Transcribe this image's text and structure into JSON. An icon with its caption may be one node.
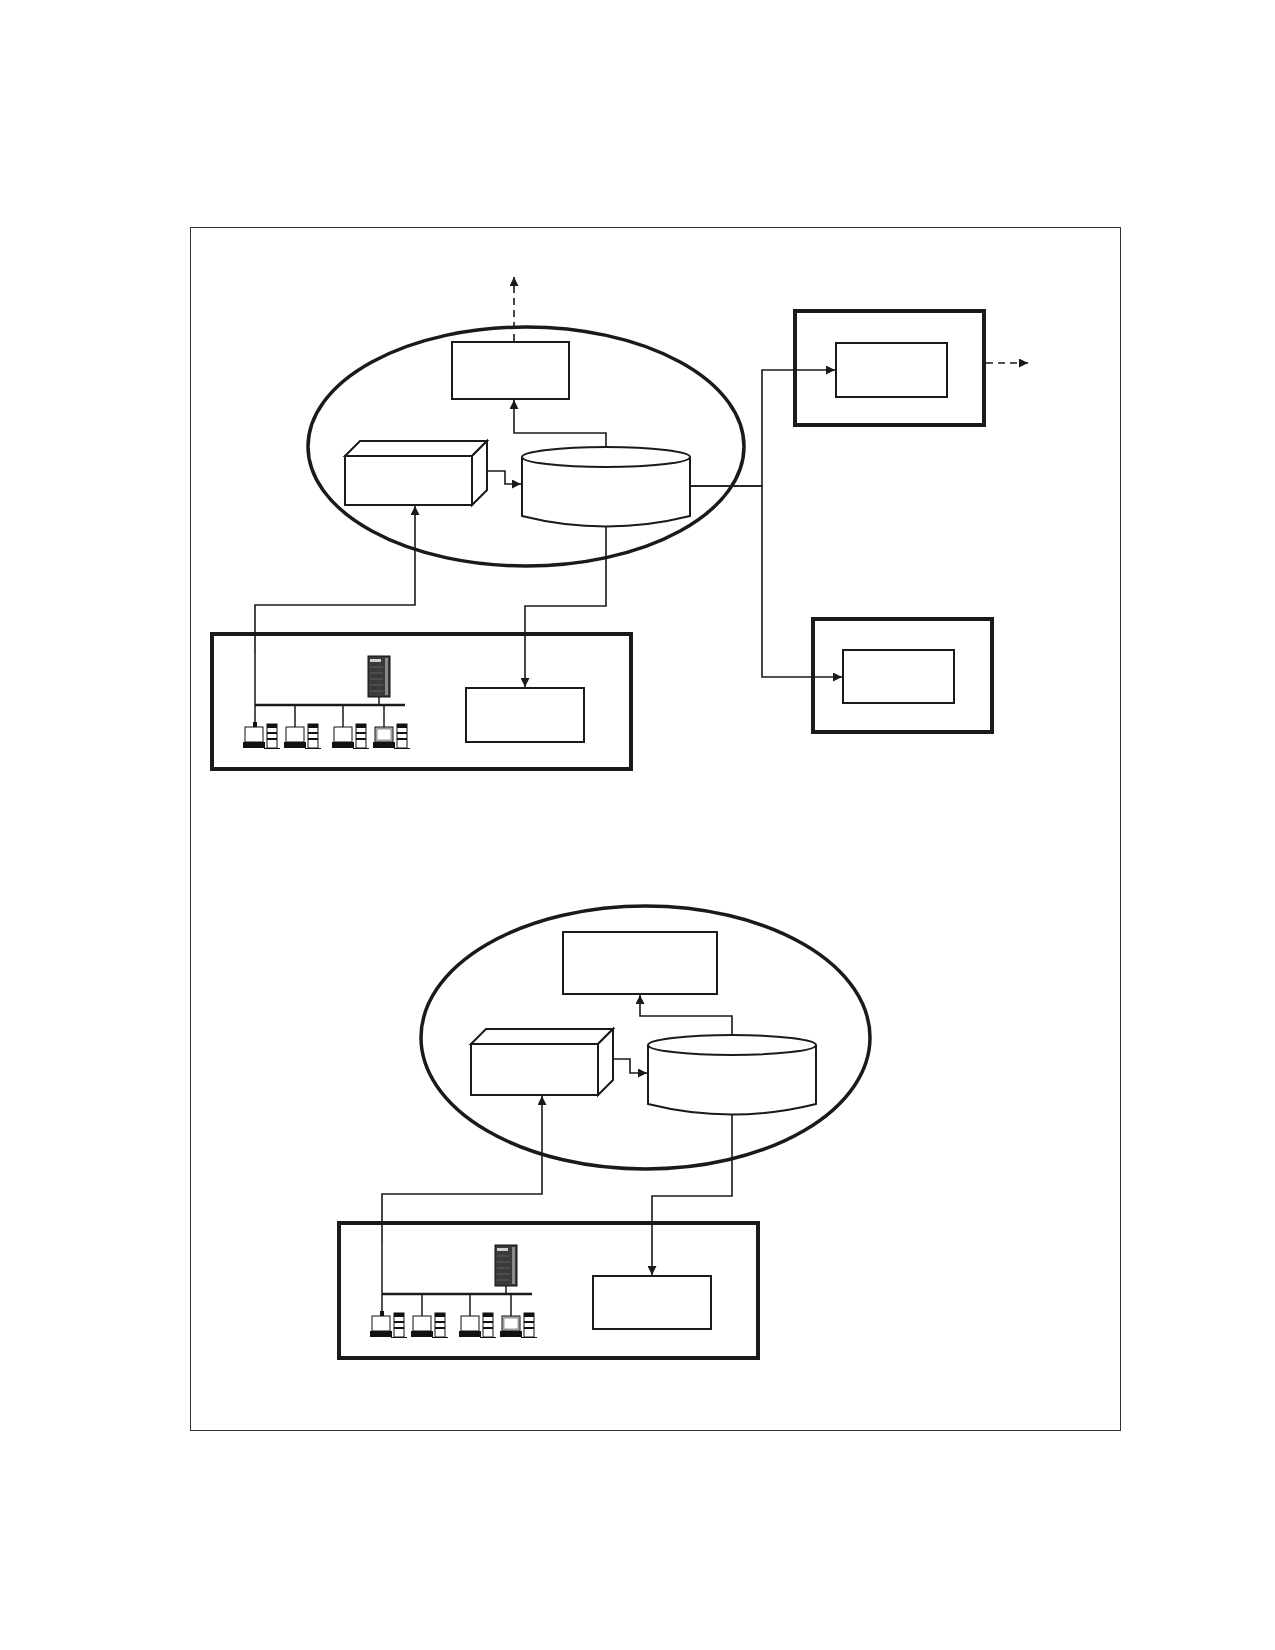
{
  "diagram": {
    "nodes": [
      {
        "text": [],
        "shape": "ellipse"
      },
      {
        "text": [],
        "shape": "box",
        "in": 0
      },
      {
        "text": [],
        "shape": "cube",
        "in": 0
      },
      {
        "text": [],
        "shape": "cylinder",
        "in": 0
      },
      {
        "text": [],
        "shape": "box"
      },
      {
        "text": [],
        "shape": "box",
        "in": 4
      },
      {
        "text": [],
        "shape": "box"
      },
      {
        "text": [],
        "shape": "picture",
        "in": 6
      },
      {
        "text": [],
        "shape": "box",
        "in": 6
      },
      {
        "text": [],
        "shape": "box"
      },
      {
        "text": [],
        "shape": "box",
        "in": 9
      },
      {
        "text": [],
        "shape": "ellipse"
      },
      {
        "text": [],
        "shape": "box",
        "in": 11
      },
      {
        "text": [],
        "shape": "cube",
        "in": 11
      },
      {
        "text": [],
        "shape": "cylinder",
        "in": 11
      },
      {
        "text": [],
        "shape": "box"
      },
      {
        "text": [],
        "shape": "picture",
        "in": 15
      },
      {
        "text": [],
        "shape": "box",
        "in": 15
      }
    ],
    "edges": [
      {
        "from": 1,
        "to": null,
        "arrow": "to",
        "style": "dashed"
      },
      {
        "from": 2,
        "to": 3,
        "arrow": "to"
      },
      {
        "from": 3,
        "to": 1,
        "arrow": "to"
      },
      {
        "from": 3,
        "to": 5,
        "arrow": "to"
      },
      {
        "from": 3,
        "to": 10,
        "arrow": "to"
      },
      {
        "from": 4,
        "to": null,
        "arrow": "to",
        "style": "dashed"
      },
      {
        "from": 3,
        "to": 8,
        "arrow": "to"
      },
      {
        "from": 7,
        "to": 2,
        "arrow": "to"
      },
      {
        "from": 13,
        "to": 14,
        "arrow": "to"
      },
      {
        "from": 14,
        "to": 12,
        "arrow": "to"
      },
      {
        "from": 14,
        "to": 17,
        "arrow": "to"
      },
      {
        "from": 16,
        "to": 13,
        "arrow": "to"
      }
    ]
  }
}
